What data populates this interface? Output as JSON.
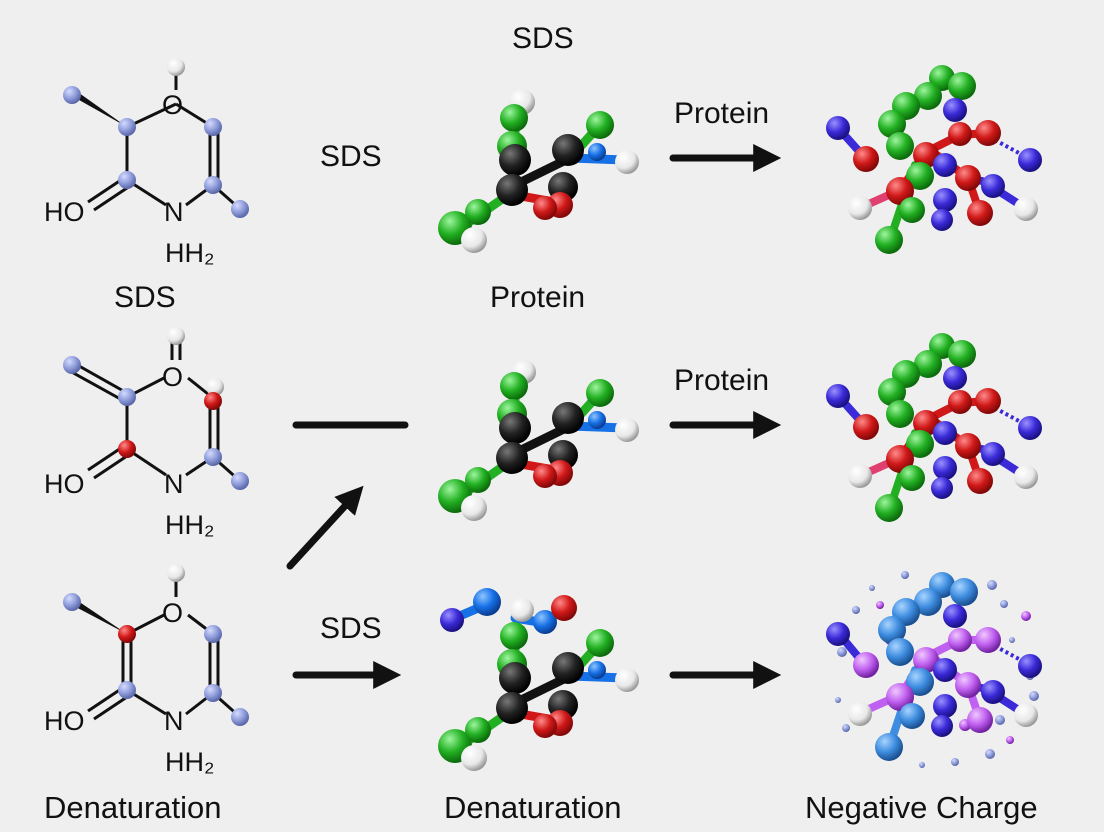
{
  "labels": {
    "top_sds": "SDS",
    "mid_sds": "SDS",
    "left_sds": "SDS",
    "protein_top_center": "Protein",
    "protein_arrow_1": "Protein",
    "protein_arrow_2": "Protein",
    "bottom_sds": "SDS",
    "denaturation_left": "Denaturation",
    "denaturation_center": "Denaturation",
    "negative_charge": "Negative Charge"
  },
  "atom_labels": {
    "oxygen": "O",
    "nitrogen": "N",
    "hydroxyl": "HO",
    "amine": "HH₂"
  },
  "colors": {
    "background": "#efefef",
    "bond": "#111111",
    "periwinkle": "#8a98d6",
    "red": "#d01818",
    "green": "#22b022",
    "black_atom": "#1a1a1a",
    "white_atom": "#ffffff",
    "blue_atom": "#1670e6",
    "navy_atom": "#3a2ad8",
    "violet_atom": "#c060f0",
    "sky_blue": "#3e8de0"
  }
}
